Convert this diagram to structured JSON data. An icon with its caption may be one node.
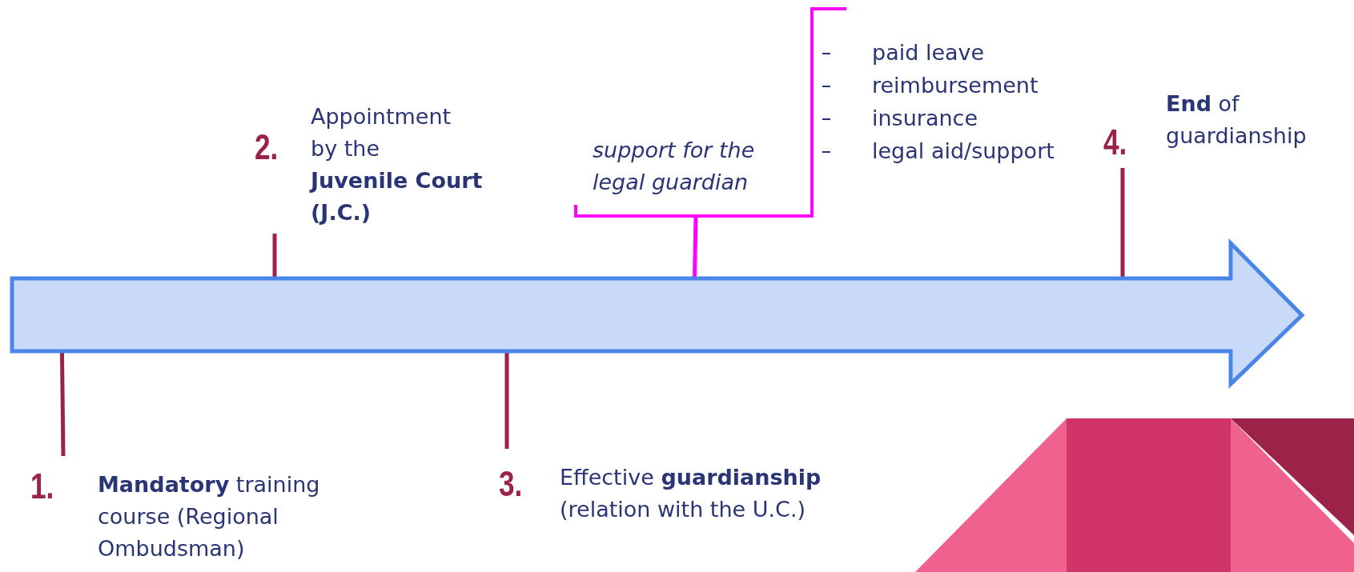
{
  "diagram": {
    "nodes": [
      {
        "text": [
          "1.",
          "**Mandatory** training course (Regional Ombudsman)"
        ]
      },
      {
        "text": [
          "2.",
          "Appointment by the **Juvenile Court (J.C.)**"
        ]
      },
      {
        "text": [
          "3.",
          "Effective **guardianship** (relation with the U.C.)"
        ]
      },
      {
        "text": [
          "4.",
          "**End** of guardianship"
        ]
      },
      {
        "text": [
          "support for the legal guardian"
        ]
      },
      {
        "text": [],
        "shape": "arrow"
      }
    ],
    "edges": [
      {
        "from": 0,
        "to": 5,
        "arrow": "none"
      },
      {
        "from": 1,
        "to": 5,
        "arrow": "none"
      },
      {
        "from": 2,
        "to": 5,
        "arrow": "none"
      },
      {
        "from": 3,
        "to": 5,
        "arrow": "none"
      },
      {
        "from": 4,
        "to": 5,
        "arrow": "none",
        "color": "#ff00ff"
      }
    ],
    "labels": [
      "paid leave",
      "reimbursement",
      "insurance",
      "legal aid/support"
    ]
  }
}
